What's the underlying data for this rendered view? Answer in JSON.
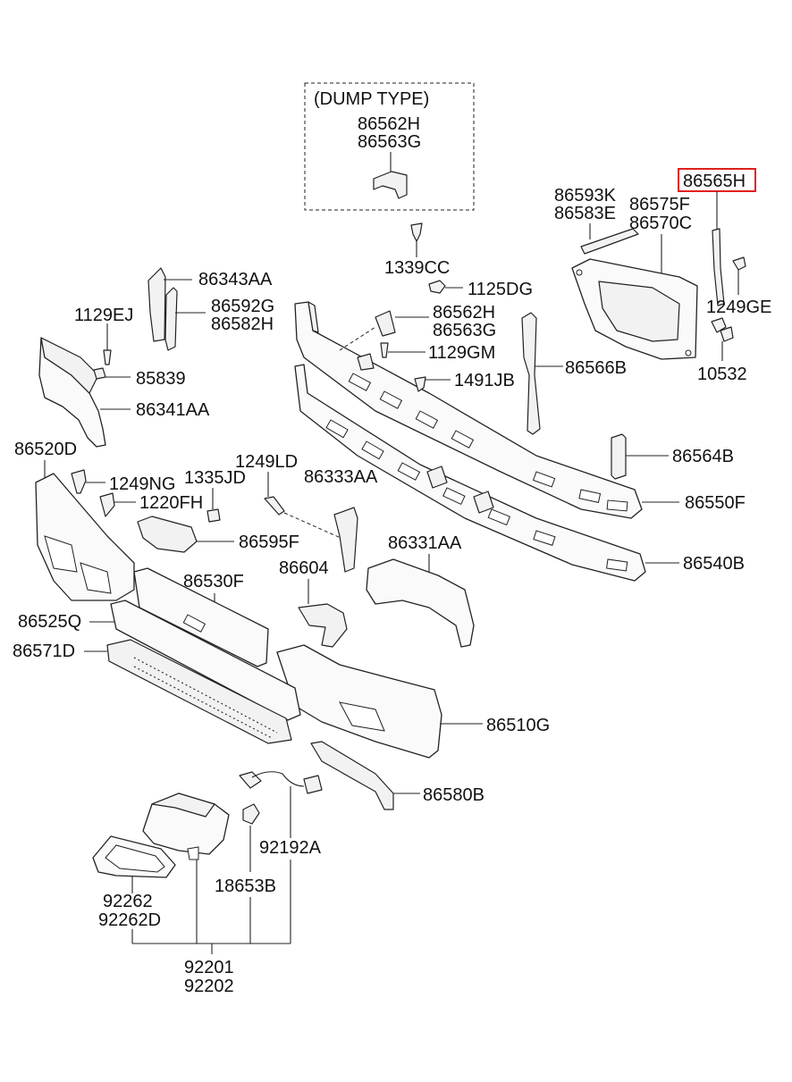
{
  "dump_type": {
    "title": "(DUMP TYPE)",
    "part_a": "86562H",
    "part_b": "86563G"
  },
  "highlight": {
    "part": "86565H",
    "color": "#e0201e"
  },
  "labels": {
    "p86343AA": "86343AA",
    "p86592G": "86592G",
    "p86582H": "86582H",
    "p1129EJ": "1129EJ",
    "p85839": "85839",
    "p86341AA": "86341AA",
    "p1339CC": "1339CC",
    "p1125DG": "1125DG",
    "p86562H": "86562H",
    "p86563G": "86563G",
    "p1129GM": "1129GM",
    "p1491JB": "1491JB",
    "p86566B": "86566B",
    "p86593K": "86593K",
    "p86583E": "86583E",
    "p86575F": "86575F",
    "p86570C": "86570C",
    "p1249GE": "1249GE",
    "p10532": "10532",
    "p86520D": "86520D",
    "p1249NG": "1249NG",
    "p1220FH": "1220FH",
    "p1335JD": "1335JD",
    "p1249LD": "1249LD",
    "p86333AA": "86333AA",
    "p86595F": "86595F",
    "p86564B": "86564B",
    "p86550F": "86550F",
    "p86331AA": "86331AA",
    "p86540B": "86540B",
    "p86604": "86604",
    "p86530F": "86530F",
    "p86525Q": "86525Q",
    "p86571D": "86571D",
    "p86510G": "86510G",
    "p86580B": "86580B",
    "p92192A": "92192A",
    "p18653B": "18653B",
    "p92262": "92262",
    "p92262D": "92262D",
    "p92201": "92201",
    "p92202": "92202"
  }
}
